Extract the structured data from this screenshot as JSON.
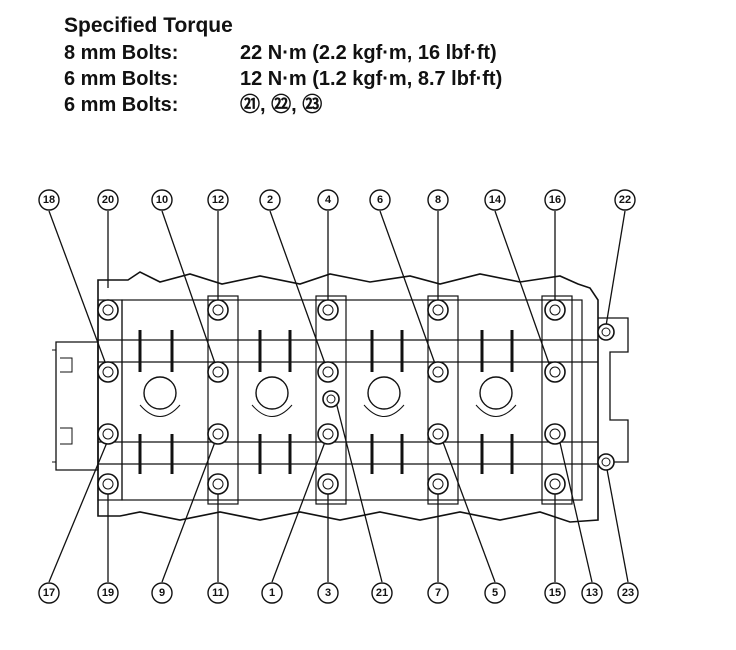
{
  "spec": {
    "title": "Specified Torque",
    "rows": [
      {
        "label": "8 mm Bolts:",
        "value": "22 N·m (2.2 kgf·m, 16 lbf·ft)"
      },
      {
        "label": "6 mm Bolts:",
        "value": "12 N·m (1.2 kgf·m, 8.7 lbf·ft)"
      },
      {
        "label": "6 mm Bolts:",
        "value": "㉑, ㉒, ㉓"
      }
    ]
  },
  "diagram": {
    "top_callouts": [
      "18",
      "20",
      "10",
      "12",
      "2",
      "4",
      "6",
      "8",
      "14",
      "16",
      "22"
    ],
    "bottom_callouts": [
      "17",
      "19",
      "9",
      "11",
      "1",
      "3",
      "21",
      "7",
      "5",
      "15",
      "13",
      "23"
    ]
  }
}
